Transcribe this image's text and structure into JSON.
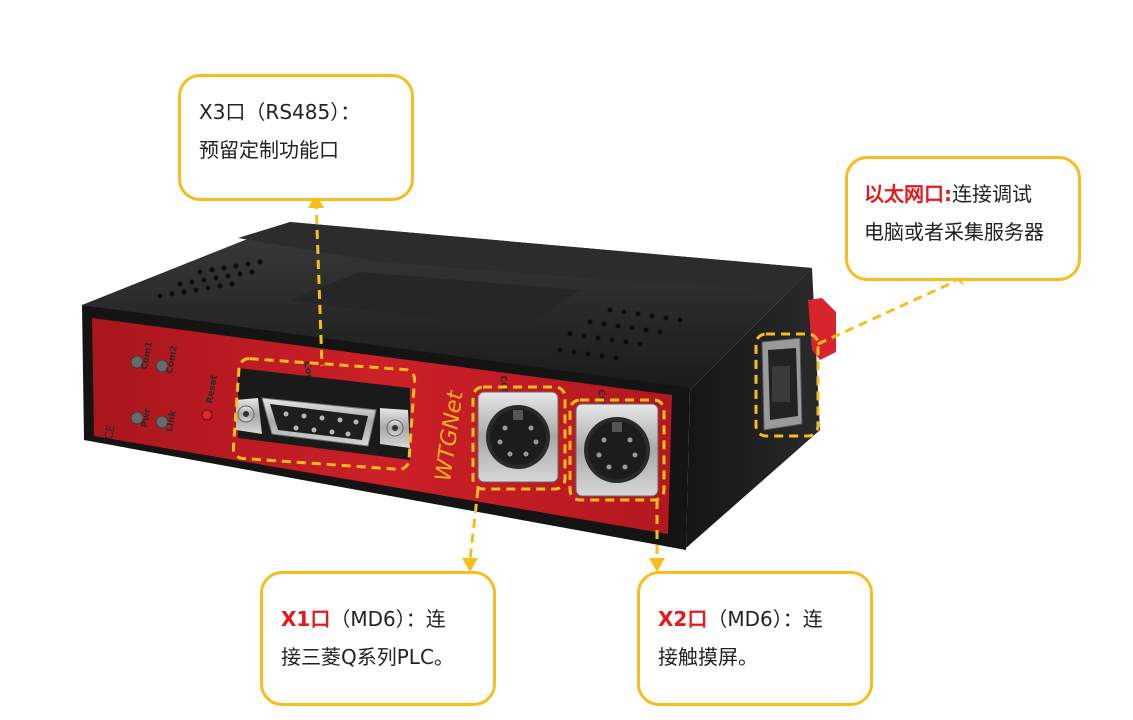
{
  "device": {
    "brand": "WTGNet",
    "ports": {
      "com1_label": "Com1",
      "com2_label": "Com2",
      "pwr_label": "Pwr",
      "link_label": "Link",
      "reset_label": "Reset",
      "com3_vertical_label": "Com3",
      "com1_port_label": "Com1",
      "com2_port_label": "Com2"
    }
  },
  "callouts": {
    "x3": {
      "line1": "X3口（RS485）：",
      "line2": "预留定制功能口"
    },
    "ethernet": {
      "title": "以太网口:",
      "line1_rest": "连接调试",
      "line2": "电脑或者采集服务器"
    },
    "x1": {
      "title": "X1口",
      "line1_rest": "（MD6）：连",
      "line2": "接三菱Q系列PLC。"
    },
    "x2": {
      "title": "X2口",
      "line1_rest": "（MD6）：连",
      "line2": "接触摸屏。"
    }
  },
  "colors": {
    "callout_border": "#f6bd1c",
    "highlight_text": "#e5191e",
    "device_red": "#c41a22",
    "device_body": "#1b1b1b"
  }
}
